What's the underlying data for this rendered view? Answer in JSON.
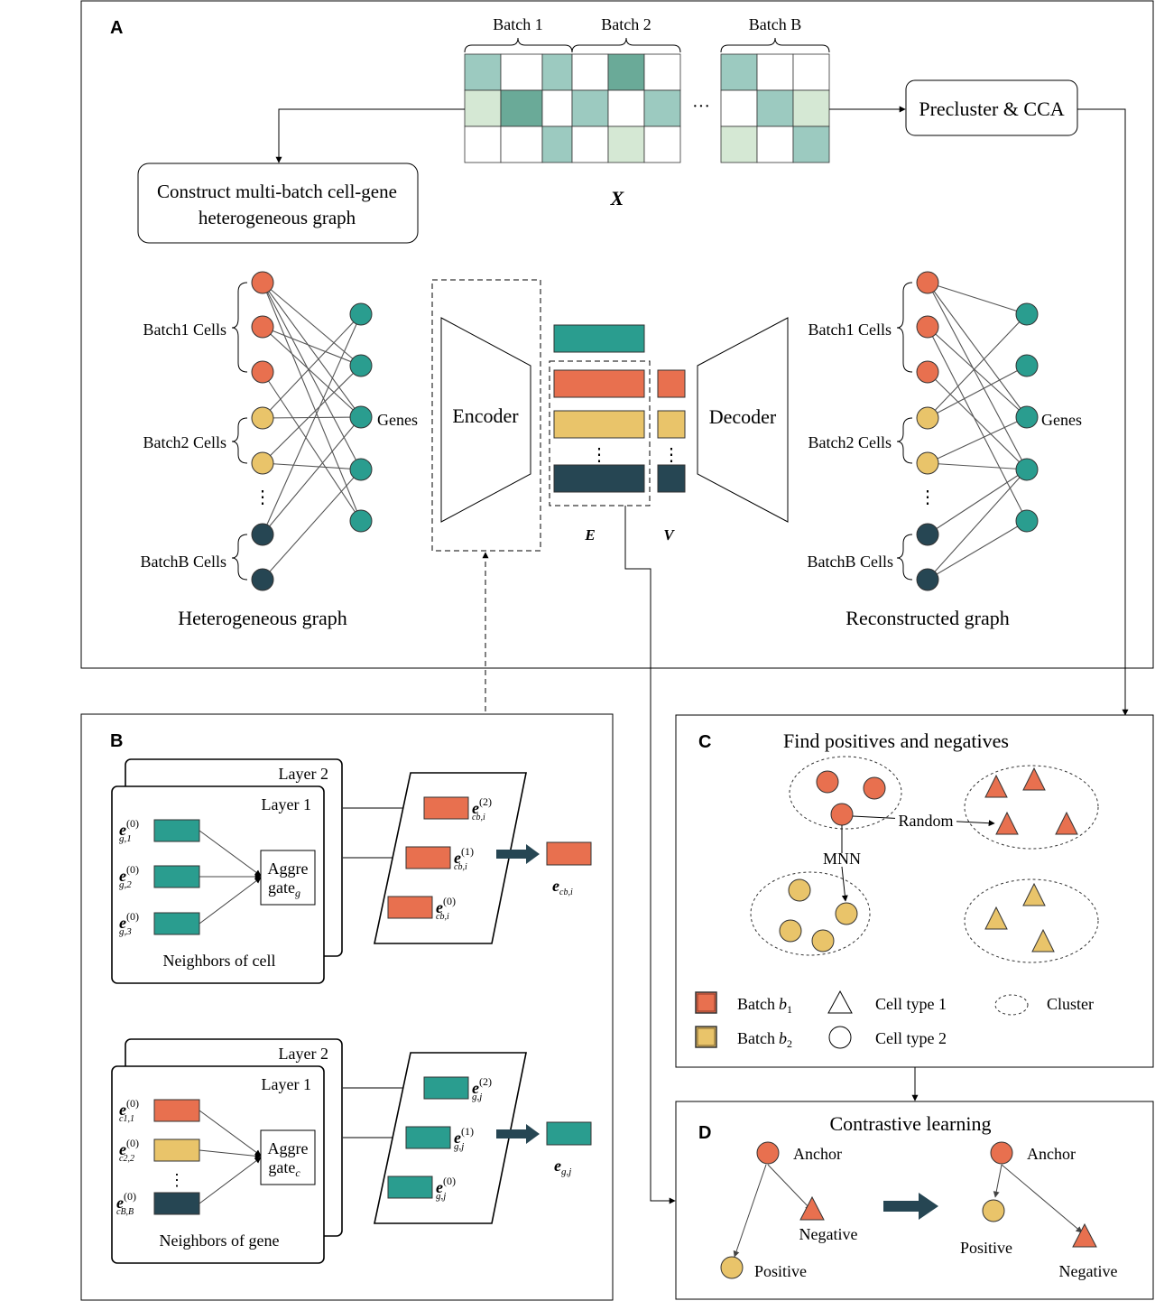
{
  "colors": {
    "red": "#e8704f",
    "yellow": "#e9c46a",
    "teal": "#2a9d8f",
    "navy": "#264653",
    "teal_light": "#9ccac0",
    "teal_mid": "#6aaa98",
    "teal_pale": "#d5e8d4"
  },
  "panelA": {
    "label": "A",
    "batch1": "Batch 1",
    "batch2": "Batch 2",
    "batchB": "Batch B",
    "ellipsis": "···",
    "matrix_label": "X",
    "precluster": "Precluster & CCA",
    "construct_line1": "Construct multi-batch cell-gene",
    "construct_line2": "heterogeneous graph",
    "batch1_cells": "Batch1 Cells",
    "batch2_cells": "Batch2 Cells",
    "batchB_cells": "BatchB Cells",
    "genes": "Genes",
    "encoder": "Encoder",
    "decoder": "Decoder",
    "E": "E",
    "V": "V",
    "vdots": "⋮",
    "hetero_caption": "Heterogeneous graph",
    "recon_caption": "Reconstructed graph"
  },
  "panelB": {
    "label": "B",
    "layer1": "Layer 1",
    "layer2": "Layer 2",
    "aggregate_word": "Aggre",
    "gate_word": "gate",
    "gate_sub_g": "g",
    "gate_sub_c": "c",
    "neighbors_cell": "Neighbors of cell",
    "neighbors_gene": "Neighbors of gene",
    "vdots": "⋮",
    "sym_e": "e",
    "sup0": "(0)",
    "sup1": "(1)",
    "sup2": "(2)",
    "sub_g1": "g,1",
    "sub_g2": "g,2",
    "sub_g3": "g,3",
    "sub_cb_i": "cb,i",
    "sub_c1": "c1,1",
    "sub_c2": "c2,2",
    "sub_cB": "cB,B",
    "sub_gj": "g,j"
  },
  "panelC": {
    "label": "C",
    "title": "Find positives and negatives",
    "random": "Random",
    "mnn": "MNN",
    "legend_batch_word": "Batch",
    "legend_batch1_var": "b",
    "legend_batch1_sub": "1",
    "legend_batch2_var": "b",
    "legend_batch2_sub": "2",
    "legend_type1": "Cell type 1",
    "legend_type2": "Cell type 2",
    "legend_cluster": "Cluster"
  },
  "panelD": {
    "label": "D",
    "title": "Contrastive learning",
    "anchor": "Anchor",
    "negative": "Negative",
    "positive": "Positive"
  }
}
